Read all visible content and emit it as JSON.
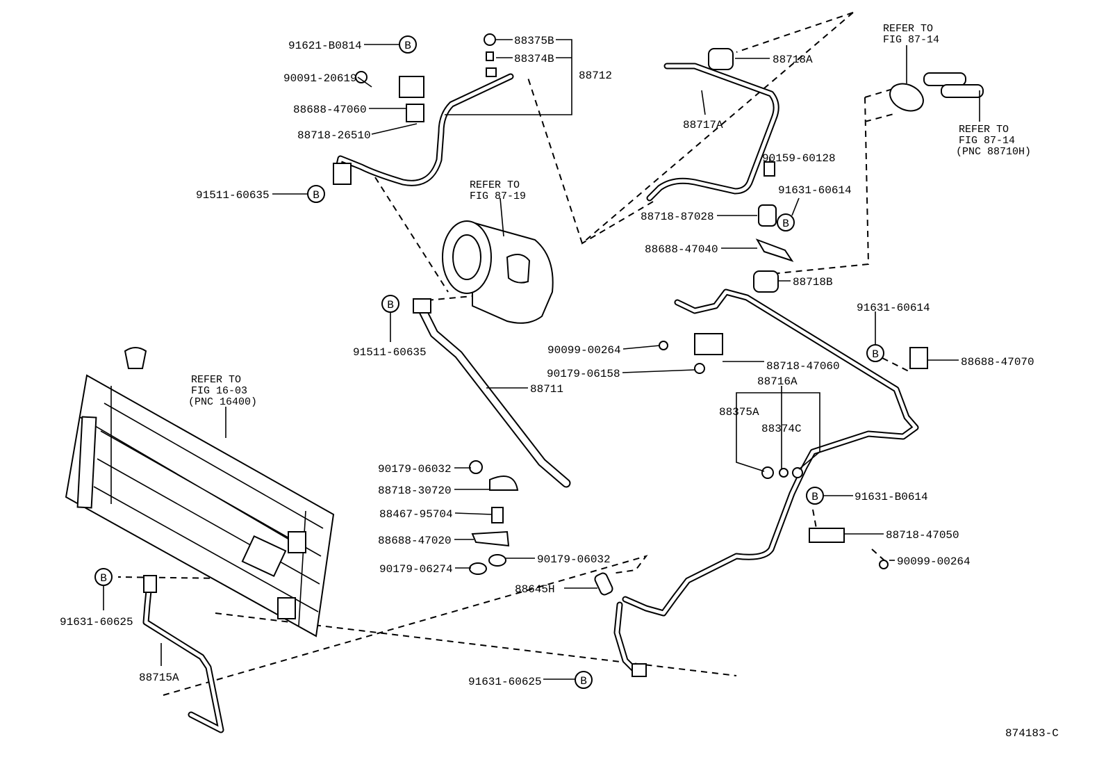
{
  "diagram": {
    "drawing_number": "874183-C",
    "bolt_marker": "B",
    "callouts": [
      "91621-B0814",
      "90091-20619",
      "88688-47060",
      "88718-26510",
      "88375B",
      "88374B",
      "88712",
      "91511-60635",
      "88718A",
      "88717A",
      "90159-60128",
      "91631-60614",
      "88718-87028",
      "88688-47040",
      "88718B",
      "91631-60614",
      "91511-60635",
      "90099-00264",
      "88718-47060",
      "88688-47070",
      "90179-06158",
      "88716A",
      "88711",
      "88375A",
      "88374C",
      "90179-06032",
      "88718-30720",
      "88467-95704",
      "91631-B0614",
      "88688-47020",
      "88718-47050",
      "90179-06274",
      "90179-06032",
      "90099-00264",
      "88645H",
      "91631-60625",
      "88715A",
      "91631-60625"
    ],
    "notes": [
      {
        "lines": [
          "REFER TO",
          "FIG 87-19"
        ]
      },
      {
        "lines": [
          "REFER TO",
          "FIG 87-14"
        ]
      },
      {
        "lines": [
          "REFER TO",
          "FIG 87-14",
          "(PNC 88710H)"
        ]
      },
      {
        "lines": [
          "REFER TO",
          "FIG 16-03",
          "(PNC 16400)"
        ]
      }
    ]
  }
}
